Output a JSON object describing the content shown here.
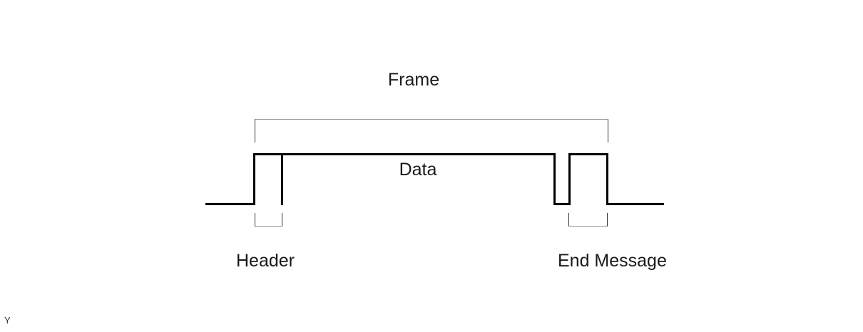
{
  "diagram": {
    "type": "frame-structure-timing-diagram",
    "labels": {
      "frame": "Frame",
      "data": "Data",
      "header": "Header",
      "end_message": "End Message",
      "corner": "Y"
    },
    "colors": {
      "signal": "#000000",
      "bracket_h": "#999999",
      "bracket_v": "#333333",
      "text": "#1a1a1a",
      "background": "#ffffff"
    }
  }
}
